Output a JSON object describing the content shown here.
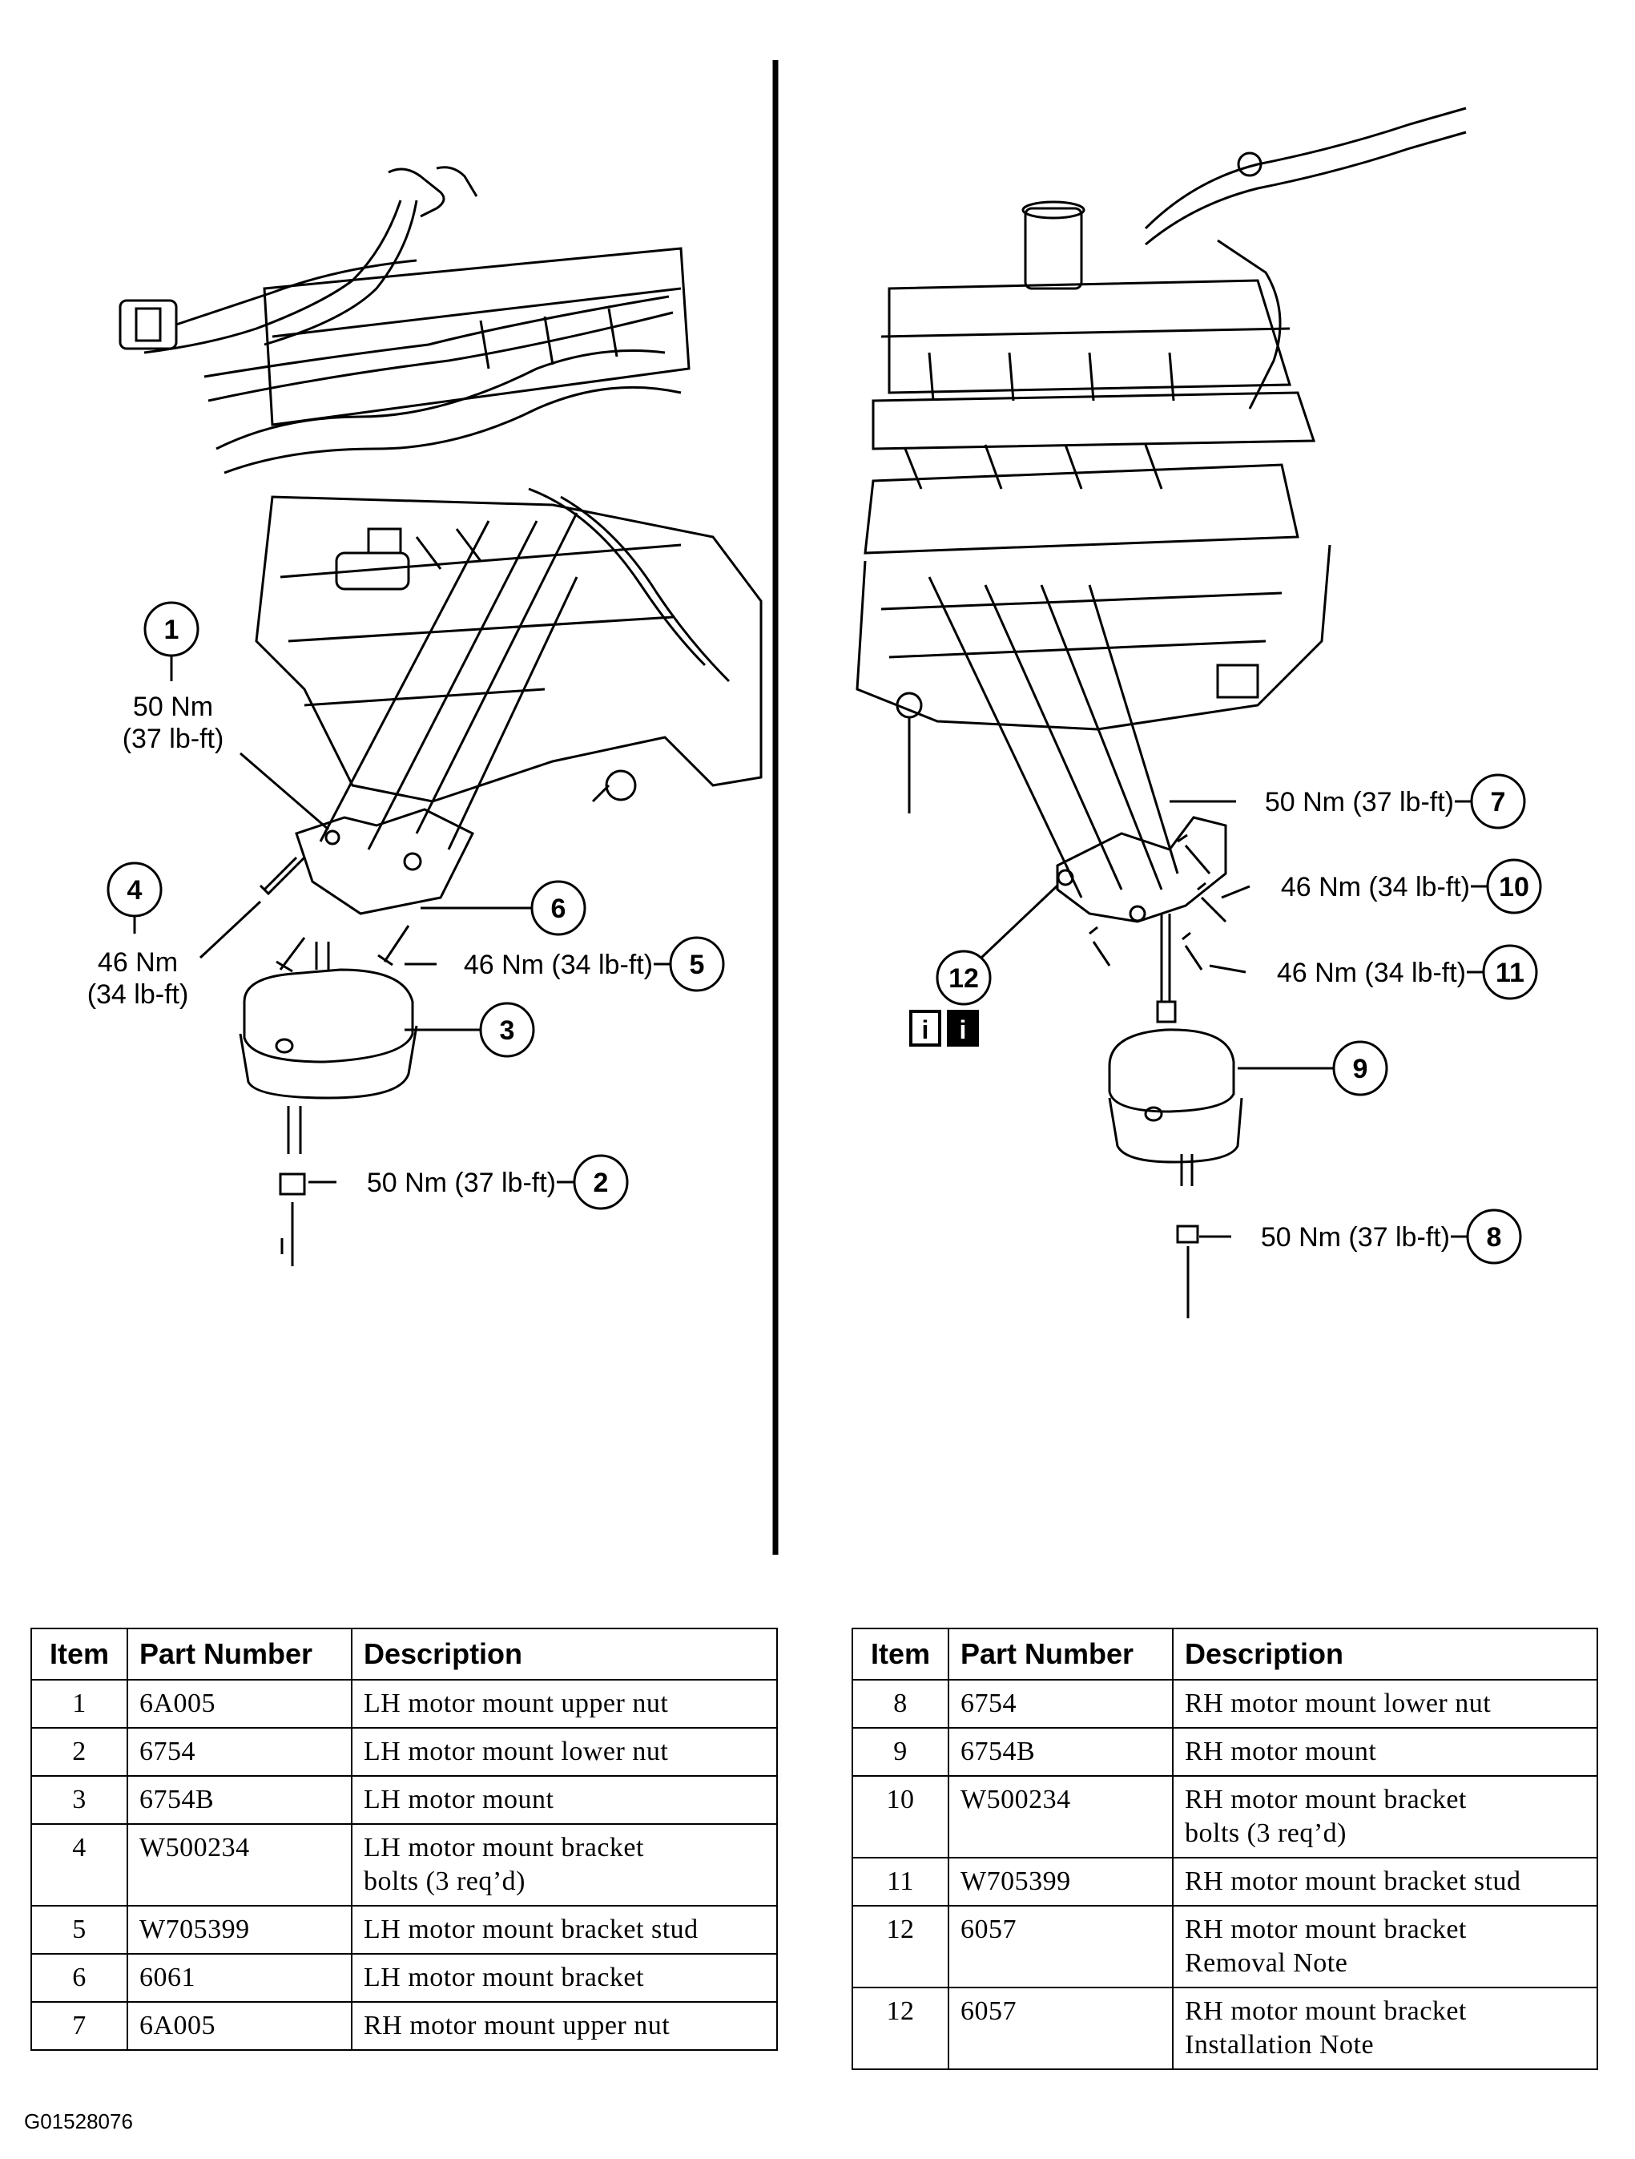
{
  "callouts": {
    "c1": {
      "num": "1",
      "torque_line1": "50 Nm",
      "torque_line2": "(37 lb-ft)"
    },
    "c2": {
      "num": "2",
      "torque": "50 Nm (37 lb-ft)"
    },
    "c3": {
      "num": "3"
    },
    "c4": {
      "num": "4",
      "torque_line1": "46 Nm",
      "torque_line2": "(34 lb-ft)"
    },
    "c5": {
      "num": "5",
      "torque": "46 Nm (34 lb-ft)"
    },
    "c6": {
      "num": "6"
    },
    "c7": {
      "num": "7",
      "torque": "50 Nm (37 lb-ft)"
    },
    "c8": {
      "num": "8",
      "torque": "50 Nm (37 lb-ft)"
    },
    "c9": {
      "num": "9"
    },
    "c10": {
      "num": "10",
      "torque": "46 Nm (34 lb-ft)"
    },
    "c11": {
      "num": "11",
      "torque": "46 Nm (34 lb-ft)"
    },
    "c12": {
      "num": "12"
    }
  },
  "info_icons": {
    "outline": "i",
    "filled": "i"
  },
  "table_headers": {
    "item": "Item",
    "part_number": "Part Number",
    "description": "Description"
  },
  "table_left": [
    {
      "item": "1",
      "part": "6A005",
      "desc": "LH motor mount upper nut"
    },
    {
      "item": "2",
      "part": "6754",
      "desc": "LH motor mount lower nut"
    },
    {
      "item": "3",
      "part": "6754B",
      "desc": "LH motor mount"
    },
    {
      "item": "4",
      "part": "W500234",
      "desc": "LH motor mount bracket",
      "desc2": "bolts (3 req’d)"
    },
    {
      "item": "5",
      "part": "W705399",
      "desc": "LH motor mount bracket stud"
    },
    {
      "item": "6",
      "part": "6061",
      "desc": "LH motor mount bracket"
    },
    {
      "item": "7",
      "part": "6A005",
      "desc": "RH motor mount upper nut"
    }
  ],
  "table_right": [
    {
      "item": "8",
      "part": "6754",
      "desc": "RH motor mount lower nut"
    },
    {
      "item": "9",
      "part": "6754B",
      "desc": "RH motor mount"
    },
    {
      "item": "10",
      "part": "W500234",
      "desc": "RH motor mount bracket",
      "desc2": "bolts (3 req’d)"
    },
    {
      "item": "11",
      "part": "W705399",
      "desc": "RH motor mount bracket stud"
    },
    {
      "item": "12",
      "part": "6057",
      "desc": "RH motor mount bracket",
      "desc2": "Removal Note"
    },
    {
      "item": "12",
      "part": "6057",
      "desc": "RH motor mount bracket",
      "desc2": "Installation Note"
    }
  ],
  "figure_code": "G01528076"
}
